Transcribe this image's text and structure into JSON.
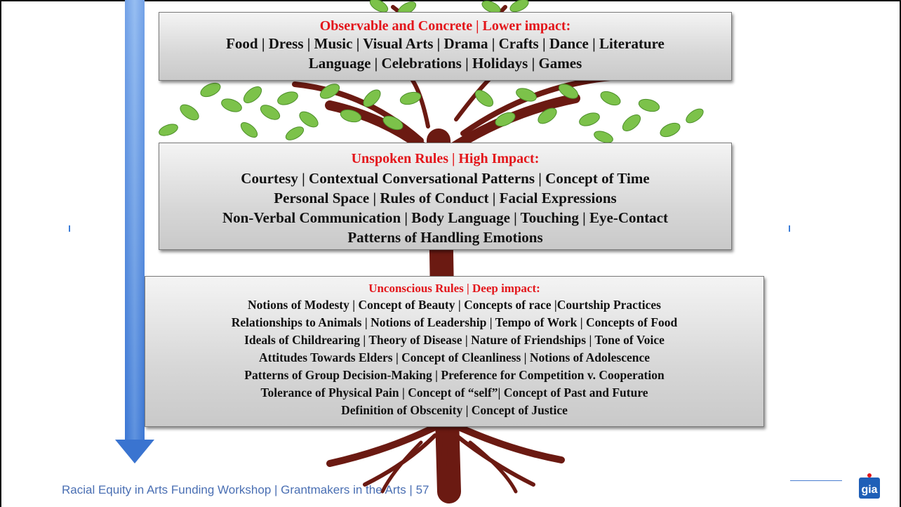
{
  "slide": {
    "box_observable": {
      "heading": "Observable and Concrete | Lower impact:",
      "lines": [
        "Food | Dress | Music | Visual Arts | Drama | Crafts | Dance | Literature",
        "Language | Celebrations | Holidays | Games"
      ]
    },
    "box_unspoken": {
      "heading": "Unspoken Rules | High Impact:",
      "lines": [
        "Courtesy | Contextual Conversational Patterns | Concept of Time",
        "Personal Space | Rules of Conduct | Facial Expressions",
        "Non-Verbal Communication | Body Language | Touching | Eye-Contact",
        "Patterns of Handling Emotions"
      ]
    },
    "box_unconscious": {
      "heading": "Unconscious Rules | Deep impact:",
      "lines": [
        "Notions of Modesty | Concept of Beauty | Concepts of race |Courtship Practices",
        "Relationships to Animals | Notions of Leadership | Tempo of Work | Concepts of Food",
        "Ideals of Childrearing | Theory of Disease | Nature of Friendships | Tone of Voice",
        "Attitudes Towards Elders | Concept of Cleanliness | Notions of Adolescence",
        "Patterns of Group Decision-Making  | Preference for Competition v. Cooperation",
        "Tolerance of Physical Pain | Concept of “self”| Concept of Past and Future",
        "Definition of Obscenity | Concept of Justice"
      ]
    },
    "footer": "Racial Equity in Arts Funding Workshop | Grantmakers in the Arts | 57",
    "logo_text": "gia",
    "colors": {
      "heading_red": "#e3161b",
      "arrow_blue": "#3b7dd8",
      "footer_blue": "#4a6fb3",
      "leaf_green": "#7cc24a",
      "trunk_brown": "#6b1a12"
    }
  }
}
